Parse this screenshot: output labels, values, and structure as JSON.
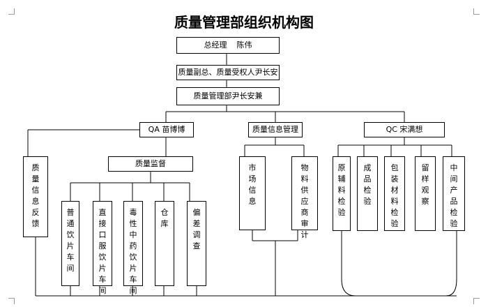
{
  "title": "质量管理部组织机构图",
  "nodes": {
    "gm": "总经理    陈伟",
    "deputy": "质量副总、质量受权人尹长安",
    "dept": "质量管理部尹长安兼",
    "qa": "QA 苗博博",
    "info_mgmt": "质量信息管理",
    "qc": "QC 宋满想",
    "feedback": "质量信息反馈",
    "supervision": "质量监督",
    "market_info": "市场信息",
    "supplier_audit": "物料供应商审计",
    "raw_material": "原辅料检验",
    "finished": "成品检验",
    "packaging": "包装材料检验",
    "sample": "留样观察",
    "intermediate": "中间产品检验",
    "workshop_common": "普通饮片车间",
    "workshop_oral": "直接口服饮片车间",
    "workshop_toxic": "毒性中药饮片车间",
    "warehouse": "仓库",
    "deviation": "偏差调查"
  }
}
